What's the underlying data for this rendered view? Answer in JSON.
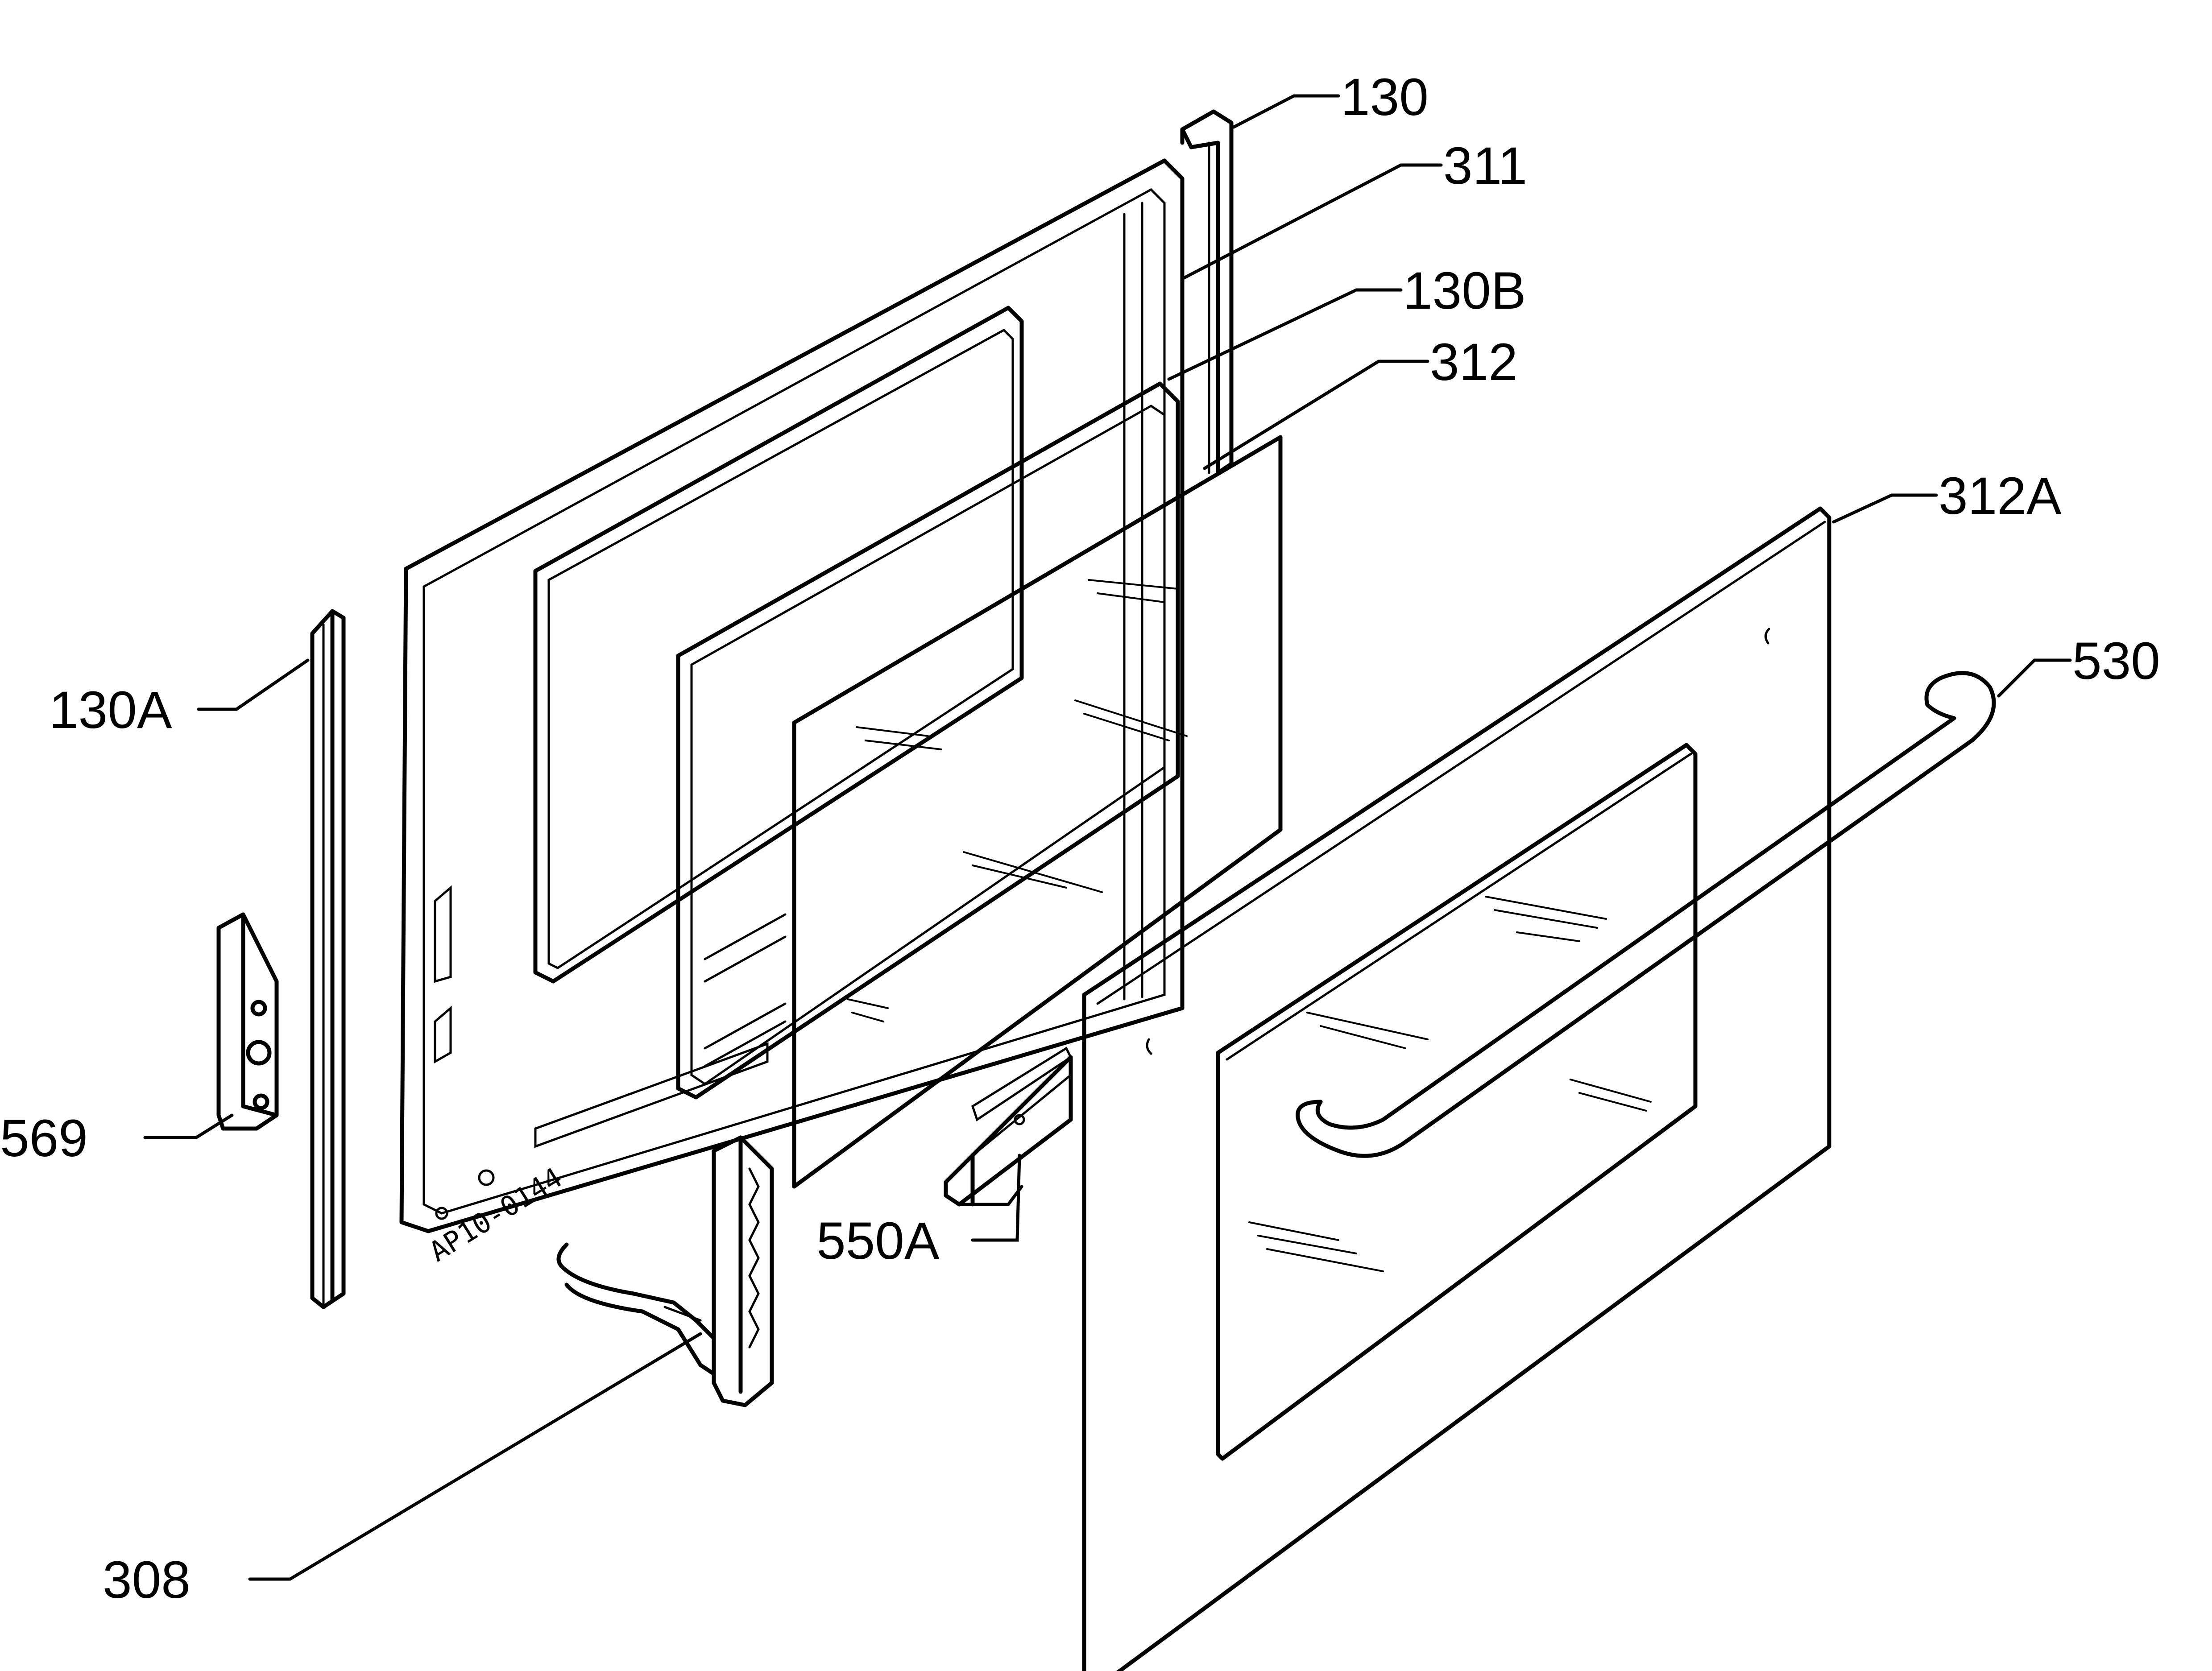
{
  "diagram": {
    "stamp": "AP10-0144"
  },
  "labels": [
    {
      "id": "130",
      "text": "130"
    },
    {
      "id": "311",
      "text": "311"
    },
    {
      "id": "130B",
      "text": "130B"
    },
    {
      "id": "312",
      "text": "312"
    },
    {
      "id": "312A",
      "text": "312A"
    },
    {
      "id": "530",
      "text": "530"
    },
    {
      "id": "130A",
      "text": "130A"
    },
    {
      "id": "569",
      "text": "569"
    },
    {
      "id": "550A",
      "text": "550A"
    },
    {
      "id": "308",
      "text": "308"
    }
  ]
}
